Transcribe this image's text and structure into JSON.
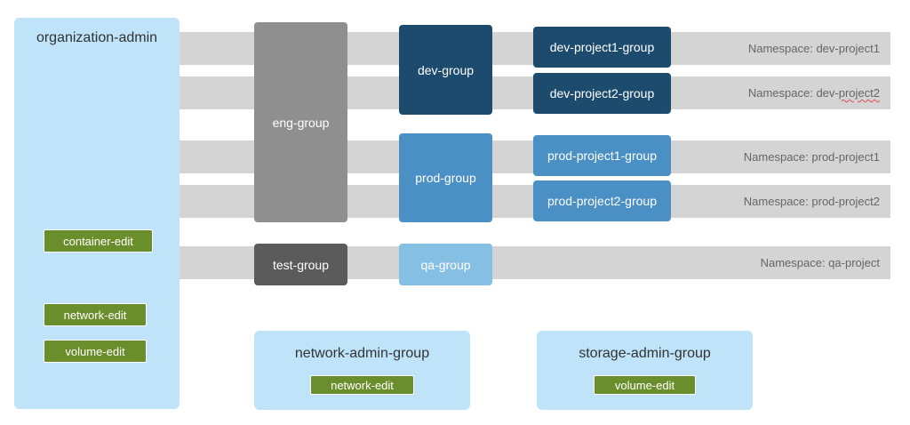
{
  "org_admin": {
    "title": "organization-admin",
    "perms": [
      "container-edit",
      "network-edit",
      "volume-edit"
    ]
  },
  "groups": {
    "eng": "eng-group",
    "test": "test-group",
    "dev": "dev-group",
    "prod": "prod-group",
    "qa": "qa-group"
  },
  "projects": {
    "dev1": "dev-project1-group",
    "dev2": "dev-project2-group",
    "prod1": "prod-project1-group",
    "prod2": "prod-project2-group"
  },
  "namespaces": {
    "dev1": "Namespace: dev-project1",
    "dev2_prefix": "Namespace: dev-",
    "dev2_suffix": "project2",
    "prod1": "Namespace: prod-project1",
    "prod2": "Namespace: prod-project2",
    "qa": "Namespace: qa-project"
  },
  "network_admin": {
    "title": "network-admin-group",
    "perm": "network-edit"
  },
  "storage_admin": {
    "title": "storage-admin-group",
    "perm": "volume-edit"
  },
  "colors": {
    "band": "#d4d4d4",
    "org_panel": "#bfe3f8",
    "eng_group": "#8f8f8f",
    "test_group": "#5b5b5b",
    "dev_blue": "#1c4b6e",
    "prod_blue": "#4a90c4",
    "qa_blue": "#85bfe3",
    "perm_green": "#6b8e2c"
  }
}
